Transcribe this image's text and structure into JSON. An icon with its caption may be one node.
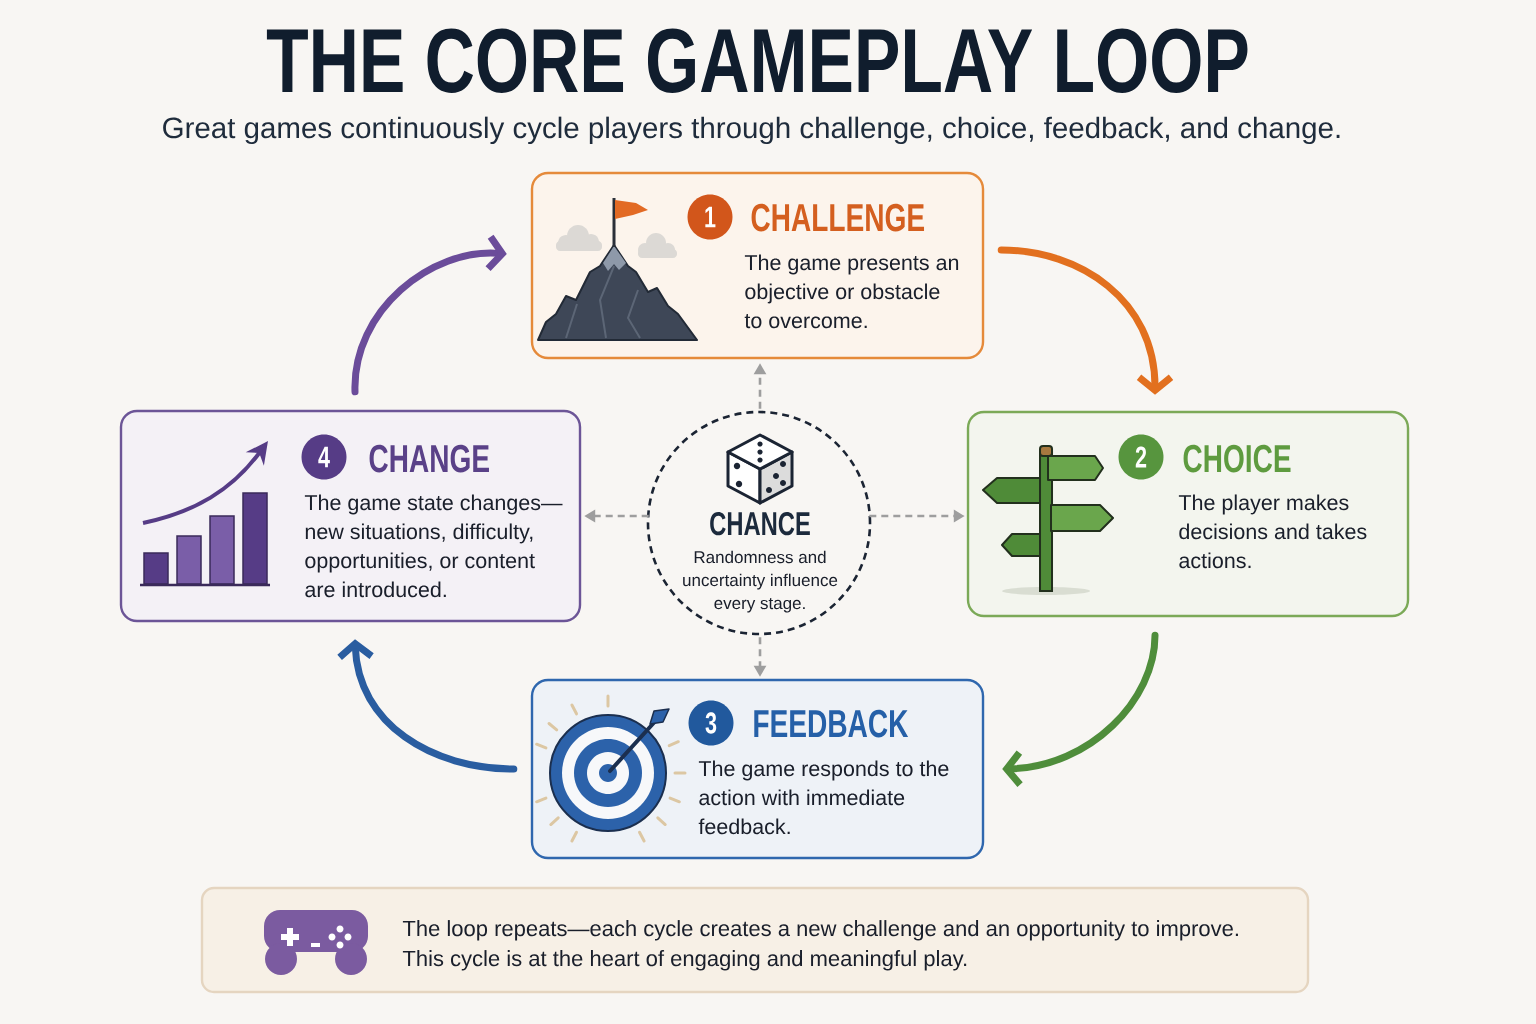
{
  "diagram": {
    "title": "THE CORE GAMEPLAY LOOP",
    "nodes": [
      {
        "text": [
          "CHALLENGE",
          "The game presents an objective or obstacle to overcome."
        ]
      },
      {
        "text": [
          "1"
        ],
        "in": 0
      },
      {
        "text": [
          "CHANGE",
          "The game state changes—new situations, difficulty, opportunities, or content are introduced."
        ]
      },
      {
        "text": [
          "4"
        ],
        "in": 2
      },
      {
        "text": [
          "CHANCE",
          "Randomness and uncertainty influence every stage."
        ]
      },
      {
        "text": [
          "CHOICE",
          "The player makes decisions and takes actions."
        ]
      },
      {
        "text": [
          "2"
        ],
        "in": 5
      },
      {
        "text": [
          "FEEDBACK",
          "The game responds to the action with immediate feedback."
        ]
      },
      {
        "text": [
          "3"
        ],
        "in": 7
      },
      {
        "text": [
          "The loop repeats—each cycle creates a new challenge and an opportunity to improve. This cycle is at the heart of engaging and meaningful play."
        ]
      }
    ],
    "edges": [
      {
        "from": 0,
        "to": 5,
        "arrow": "to",
        "style": "thick",
        "color": "#e2701f"
      },
      {
        "from": 5,
        "to": 7,
        "arrow": "to",
        "style": "thick",
        "color": "#4f8d3b"
      },
      {
        "from": 7,
        "to": 2,
        "arrow": "to",
        "style": "thick",
        "color": "#2a5da0"
      },
      {
        "from": 2,
        "to": 0,
        "arrow": "to",
        "style": "thick",
        "color": "#6b4c9a"
      },
      {
        "from": 4,
        "to": 0,
        "arrow": "to",
        "style": "dashed",
        "color": "#9e9e9e"
      },
      {
        "from": 4,
        "to": 2,
        "arrow": "to",
        "style": "dashed",
        "color": "#9e9e9e"
      },
      {
        "from": 4,
        "to": 5,
        "arrow": "to",
        "style": "dashed",
        "color": "#9e9e9e"
      },
      {
        "from": 4,
        "to": 7,
        "arrow": "to",
        "style": "dashed",
        "color": "#9e9e9e"
      }
    ],
    "labels": [
      "Great games continuously cycle players through challenge, choice, feedback, and change."
    ]
  }
}
